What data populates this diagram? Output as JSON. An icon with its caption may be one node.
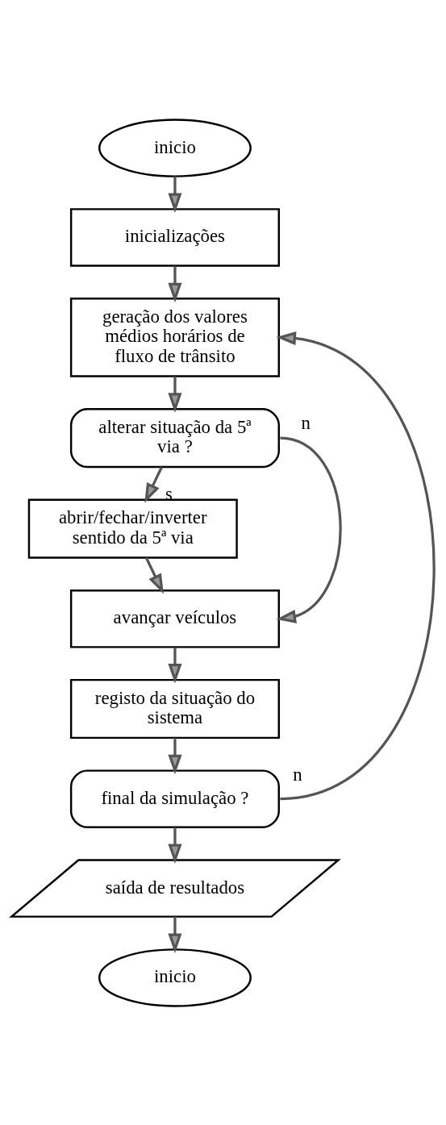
{
  "diagram": {
    "nodes": [
      {
        "text": [
          "inicio"
        ]
      },
      {
        "text": [
          "inicializações"
        ]
      },
      {
        "text": [
          "geração dos valores médios horários de fluxo de trânsito"
        ]
      },
      {
        "text": [
          "alterar situação da 5ª via ?"
        ]
      },
      {
        "text": [
          "abrir/fechar/inverter sentido da 5ª via"
        ]
      },
      {
        "text": [
          "avançar veículos"
        ]
      },
      {
        "text": [
          "registo da situação do sistema"
        ]
      },
      {
        "text": [
          "final da simulação ?"
        ]
      },
      {
        "text": [
          "saída de resultados"
        ]
      },
      {
        "text": [
          "inicio"
        ]
      }
    ],
    "edges": [
      {
        "from": 0,
        "to": 1,
        "arrow": "to"
      },
      {
        "from": 1,
        "to": 2,
        "arrow": "to"
      },
      {
        "from": 2,
        "to": 3,
        "arrow": "to"
      },
      {
        "from": 3,
        "to": 4,
        "label": "s",
        "arrow": "to"
      },
      {
        "from": 3,
        "to": 5,
        "label": "n",
        "arrow": "to"
      },
      {
        "from": 4,
        "to": 5,
        "arrow": "to"
      },
      {
        "from": 5,
        "to": 6,
        "arrow": "to"
      },
      {
        "from": 6,
        "to": 7,
        "arrow": "to"
      },
      {
        "from": 7,
        "to": 2,
        "label": "n",
        "arrow": "to"
      },
      {
        "from": 7,
        "to": 8,
        "arrow": "to"
      },
      {
        "from": 8,
        "to": 9,
        "arrow": "to"
      }
    ]
  }
}
